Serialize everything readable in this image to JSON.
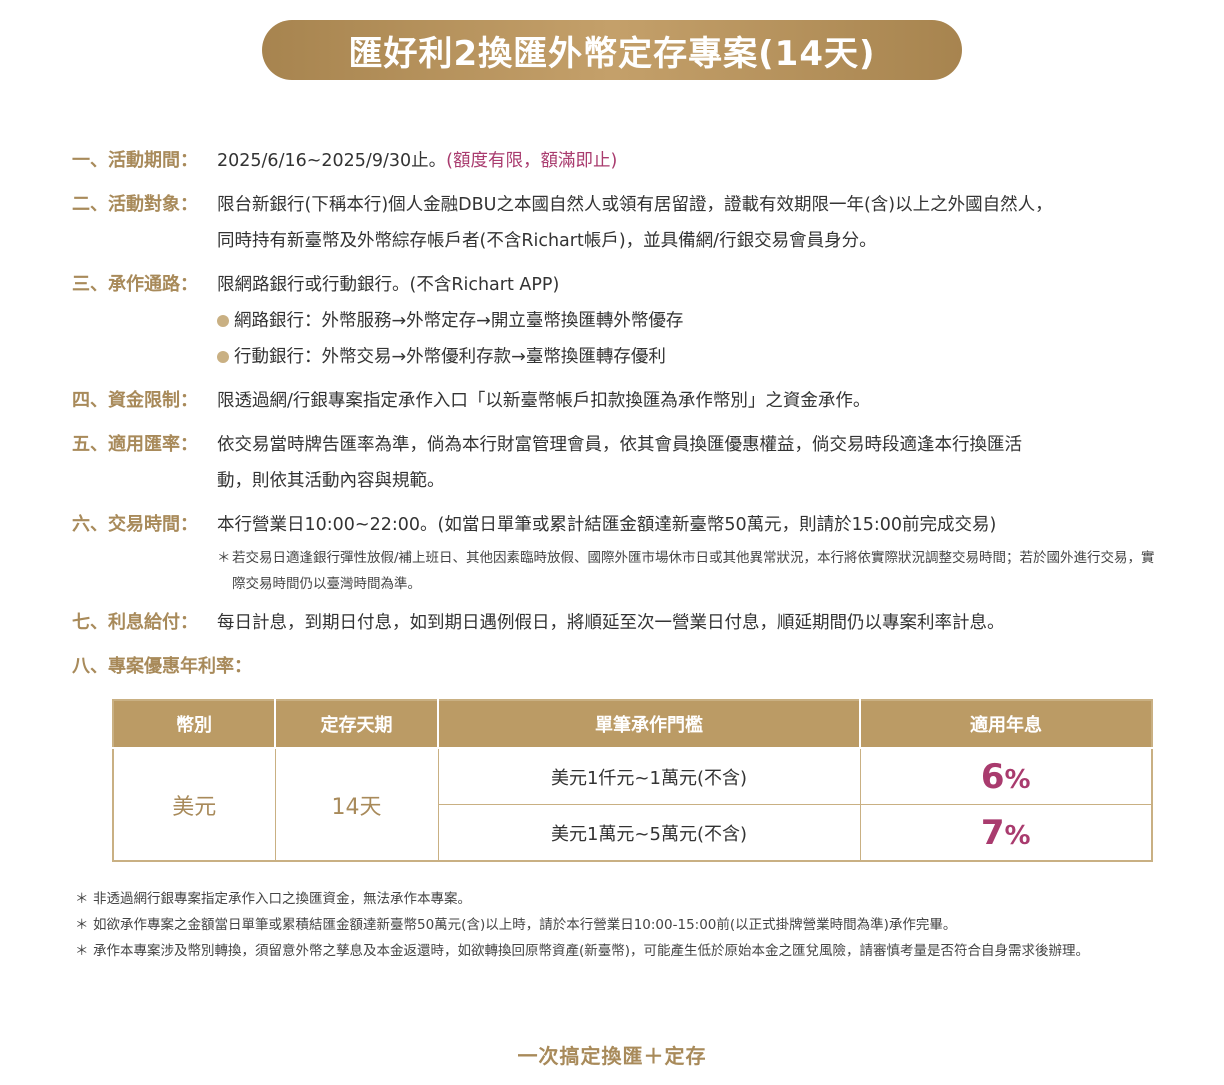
{
  "banner": {
    "title": "匯好利2換匯外幣定存專案(14天)"
  },
  "sections": [
    {
      "label": "一、活動期間：",
      "text": "2025/6/16~2025/9/30止。",
      "highlight": "(額度有限，額滿即止)"
    },
    {
      "label": "二、活動對象：",
      "line1": "限台新銀行(下稱本行)個人金融DBU之本國自然人或領有居留證，證載有效期限一年(含)以上之外國自然人，",
      "line2": "同時持有新臺幣及外幣綜存帳戶者(不含Richart帳戶)，並具備網/行銀交易會員身分。"
    },
    {
      "label": "三、承作通路：",
      "line1": "限網路銀行或行動銀行。(不含Richart APP)",
      "bullet1": "網路銀行：外幣服務→外幣定存→開立臺幣換匯轉外幣優存",
      "bullet2": "行動銀行：外幣交易→外幣優利存款→臺幣換匯轉存優利"
    },
    {
      "label": "四、資金限制：",
      "text": "限透過網/行銀專案指定承作入口「以新臺幣帳戶扣款換匯為承作幣別」之資金承作。"
    },
    {
      "label": "五、適用匯率：",
      "line1": "依交易當時牌告匯率為準，倘為本行財富管理會員，依其會員換匯優惠權益，倘交易時段適逢本行換匯活",
      "line2": "動，則依其活動內容與規範。"
    },
    {
      "label": "六、交易時間：",
      "text": "本行營業日10:00~22:00。(如當日單筆或累計結匯金額達新臺幣50萬元，則請於15:00前完成交易)",
      "note_star": "＊",
      "note": "若交易日適逢銀行彈性放假/補上班日、其他因素臨時放假、國際外匯市場休市日或其他異常狀況，本行將依實際狀況調整交易時間；若於國外進行交易，實際交易時間仍以臺灣時間為準。"
    },
    {
      "label": "七、利息給付：",
      "text": "每日計息，到期日付息，如到期日遇例假日，將順延至次一營業日付息，順延期間仍以專案利率計息。"
    },
    {
      "label": "八、專案優惠年利率："
    }
  ],
  "table": {
    "headers": [
      "幣別",
      "定存天期",
      "單筆承作門檻",
      "適用年息"
    ],
    "currency": "美元",
    "days": "14天",
    "rows": [
      {
        "threshold": "美元1仟元~1萬元(不含)",
        "rate": "6",
        "unit": "%"
      },
      {
        "threshold": "美元1萬元~5萬元(不含)",
        "rate": "7",
        "unit": "%"
      }
    ]
  },
  "footnotes": {
    "star": "＊",
    "items": [
      "非透過網行銀專案指定承作入口之換匯資金，無法承作本專案。",
      "如欲承作專案之金額當日單筆或累積結匯金額達新臺幣50萬元(含)以上時，請於本行營業日10:00-15:00前(以正式掛牌營業時間為準)承作完畢。",
      "承作本專案涉及幣別轉換，須留意外幣之孳息及本金返還時，如欲轉換回原幣資產(新臺幣)，可能產生低於原始本金之匯兌風險，請審慎考量是否符合自身需求後辦理。"
    ]
  },
  "footer": {
    "text": "一次搞定換匯＋定存"
  },
  "colors": {
    "gold": "#a88a5a",
    "table_header": "#bb9b65",
    "highlight": "#a93b6e"
  }
}
